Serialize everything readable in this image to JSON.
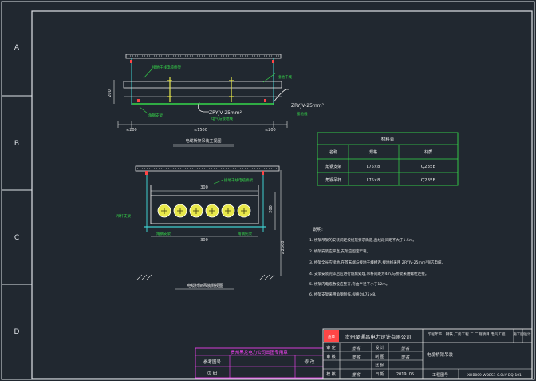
{
  "rows": [
    "A",
    "B",
    "C",
    "D"
  ],
  "colors": {
    "background": "#212830",
    "frame": "#dfe3e8",
    "yellow": "#e8e84a",
    "green": "#36d84a",
    "cyan": "#3fd0d0",
    "red": "#ff4646",
    "magenta": "#ff44ff",
    "white": "#e8e8e8"
  },
  "drawing1": {
    "title": "电缆桥架吊装主视图",
    "cable_note": "ZRYJV-25mm²",
    "cable_note_sub": "电气与接地线",
    "cable_note2": "ZRYJV-25mm²",
    "cable_note2_sub": "接地线",
    "lbl_left_top": "接地干线电缆桥架",
    "lbl_right_top": "接地干线",
    "lbl_left_bottom": "角钢支架",
    "dim_left": "≤200",
    "dim_mid": "≤1500",
    "dim_right": "≤200",
    "dim_height": "200"
  },
  "drawing2": {
    "title": "电缆桥架吊装侧视图",
    "dim_top": "300",
    "dim_bottom": "300",
    "lbl_tray": "接地干线电缆桥架",
    "lbl_hanger": "吊杆支架",
    "lbl_bracket1": "角钢支架",
    "lbl_bracket2": "角钢托架",
    "dim_h1": "200",
    "dim_h2": "≥2500"
  },
  "material_table": {
    "title": "材料表",
    "headers": [
      "名称",
      "规格",
      "材质"
    ],
    "rows": [
      [
        "角钢支架",
        "L75×8",
        "Q235B"
      ],
      [
        "角钢吊杆",
        "L75×8",
        "Q235B"
      ]
    ]
  },
  "notes": {
    "heading": "说明:",
    "items": [
      "1. 桥架吊架的安装间距按规范要求确定,直线段间距不大于1.5m。",
      "2. 桥架安装应平直,支架应固定牢靠。",
      "3. 桥架全长应接地,在首末端与接地干线相连,接地线采用 ZRYJV-25mm²铜芯电缆。",
      "4. 支架安装完毕后应进行防腐处理,吊杆间距为4m,与桥架采用螺栓连接。",
      "5. 桥架内电缆敷设应整齐,弯曲半径不小于12m。",
      "6. 桥架支架采用角钢制作,规格为L75×8。"
    ]
  },
  "stamp": "盖章",
  "ref_block": {
    "stamp_label": "贵州黑龙电力公司出图专用章",
    "ref_drawing": "参考图号",
    "page_code": "页  码",
    "revision": "修 改"
  },
  "title_block": {
    "company": "贵州聚通昌电力设计有限公司",
    "project": "印尼年产...钢铁 厂房工程 二 二期项目 电气工程",
    "labels": [
      "审 定",
      "审 核",
      "校 核",
      "设 计",
      "制 图",
      "比 例",
      "日 期"
    ],
    "signatures": [
      "签名",
      "签名",
      "签名",
      "签名",
      "签名"
    ],
    "design_stage": "施工图",
    "drawing_name": "电缆桥架吊装",
    "date": "2019. 05",
    "drawing_no_label": "工程图号",
    "drawing_no": "XHB009-WDBS1-0.0kV-DQ-101",
    "scale": "设计"
  }
}
